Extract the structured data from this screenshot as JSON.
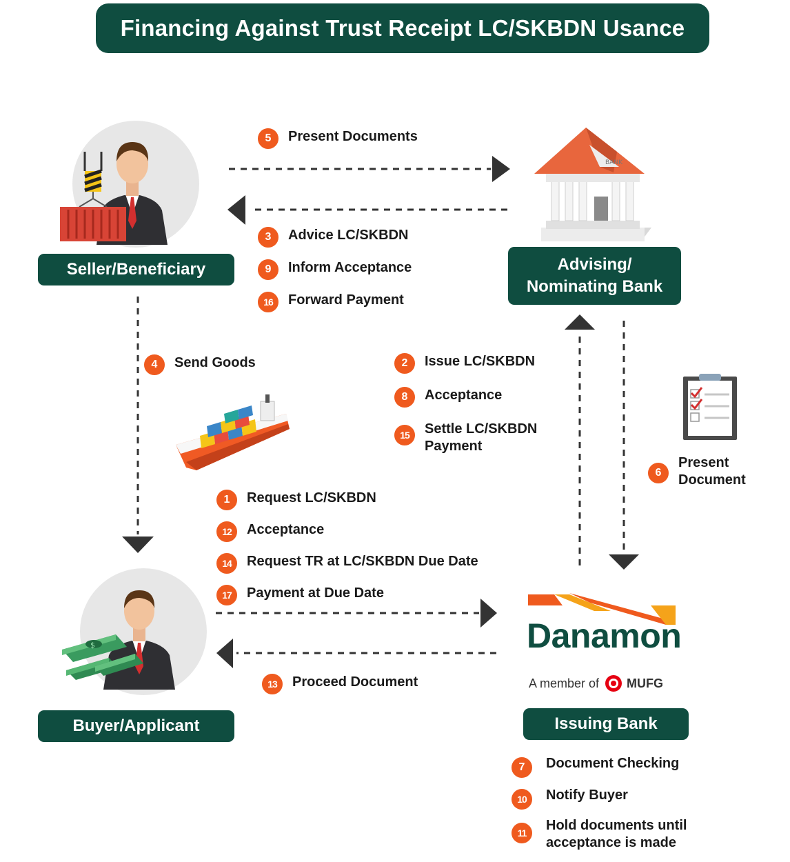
{
  "title": "Financing Against Trust Receipt LC/SKBDN Usance",
  "roles": {
    "seller": "Seller/Beneficiary",
    "advising_line1": "Advising/",
    "advising_line2": "Nominating Bank",
    "buyer": "Buyer/Applicant",
    "issuing": "Issuing Bank"
  },
  "logo": {
    "name": "Danamon",
    "member_prefix": "A member of",
    "member_group": "MUFG"
  },
  "steps": {
    "s1": {
      "num": "1",
      "label": "Request LC/SKBDN"
    },
    "s2": {
      "num": "2",
      "label": "Issue LC/SKBDN"
    },
    "s3": {
      "num": "3",
      "label": "Advice LC/SKBDN"
    },
    "s4": {
      "num": "4",
      "label": "Send Goods"
    },
    "s5": {
      "num": "5",
      "label": "Present Documents"
    },
    "s6": {
      "num": "6",
      "label_line1": "Present",
      "label_line2": "Document"
    },
    "s7": {
      "num": "7",
      "label": "Document Checking"
    },
    "s8": {
      "num": "8",
      "label": "Acceptance"
    },
    "s9": {
      "num": "9",
      "label": "Inform Acceptance"
    },
    "s10": {
      "num": "10",
      "label": "Notify Buyer"
    },
    "s11": {
      "num": "11",
      "label_line1": "Hold documents until",
      "label_line2": "acceptance is made"
    },
    "s12": {
      "num": "12",
      "label": "Acceptance"
    },
    "s13": {
      "num": "13",
      "label": "Proceed Document"
    },
    "s14": {
      "num": "14",
      "label": "Request TR at LC/SKBDN Due Date"
    },
    "s15": {
      "num": "15",
      "label_line1": "Settle LC/SKBDN",
      "label_line2": "Payment"
    },
    "s16": {
      "num": "16",
      "label": "Forward Payment"
    },
    "s17": {
      "num": "17",
      "label": "Payment at Due Date"
    }
  },
  "icons": {
    "seller": "businessman-with-container-icon",
    "bank": "bank-building-icon",
    "ship": "cargo-ship-icon",
    "checklist": "clipboard-checklist-icon",
    "buyer": "businessman-with-money-icon"
  },
  "colors": {
    "primary": "#0f4d40",
    "badge": "#ef5a1e",
    "arrow": "#333333"
  }
}
